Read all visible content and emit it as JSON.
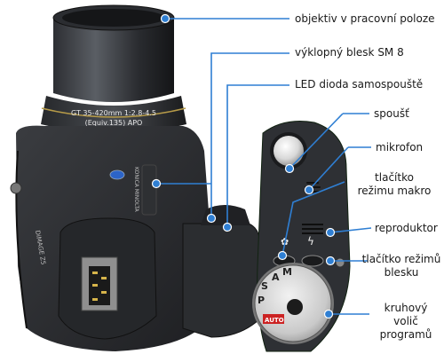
{
  "labels": {
    "objective": "objektiv v pracovní poloze",
    "flash": "výklopný blesk SM 8",
    "led": "LED dioda samospouště",
    "shutter": "spoušť",
    "mic": "mikrofon",
    "macro_l1": "tlačítko",
    "macro_l2": "režimu makro",
    "speaker": "reproduktor",
    "flashbtn_l1": "tlačítko režimů",
    "flashbtn_l2": "blesku",
    "dial_l1": "kruhový",
    "dial_l2": "volič",
    "dial_l3": "programů"
  },
  "camera": {
    "lens_text_1": "GT  35-420mm 1:2.8-4.5",
    "lens_text_2": "(Equiv.135) APO",
    "brand": "KONICA MINOLTA",
    "model": "DiMAGE Z5",
    "dial_letters": [
      "S",
      "A",
      "P",
      "M"
    ],
    "dial_auto": "AUTO"
  },
  "colors": {
    "accent": "#2f7fd3",
    "body": "#2a2b2e"
  }
}
